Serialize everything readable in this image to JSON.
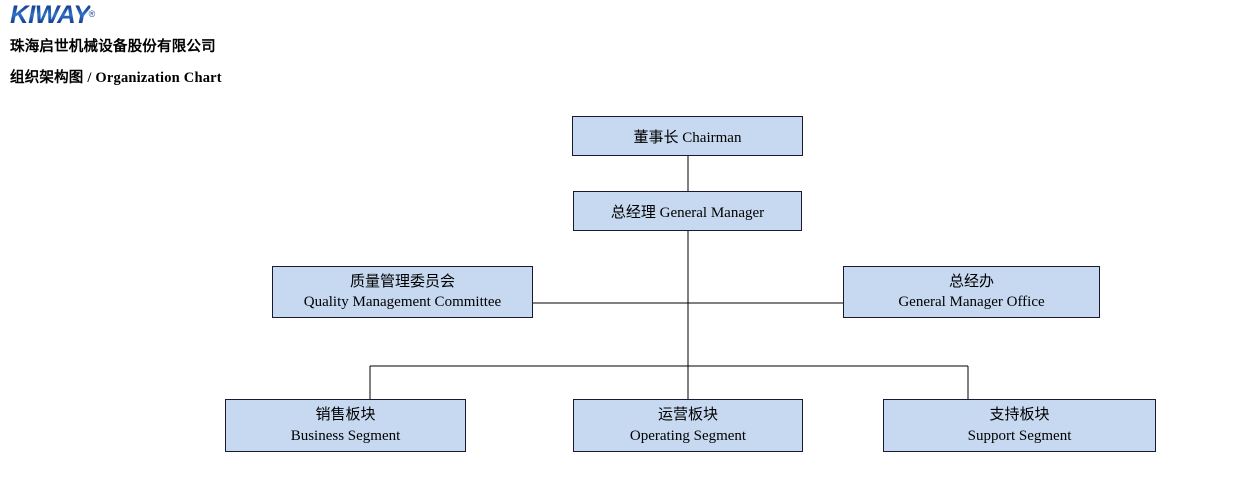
{
  "header": {
    "logo_text": "KIWAY",
    "logo_mark": "®",
    "company_name": "珠海启世机械设备股份有限公司",
    "chart_title": "组织架构图 / Organization Chart"
  },
  "colors": {
    "node_fill": "#c6d9f0",
    "node_border": "#1a1a2e",
    "connector": "#000000",
    "logo_blue": "#1b4a9c",
    "background": "#ffffff"
  },
  "chart": {
    "nodes": [
      {
        "id": "chairman",
        "cn": "董事长",
        "en": "Chairman",
        "layout": "single",
        "single_text": "董事长 Chairman",
        "level": 1
      },
      {
        "id": "gm",
        "cn": "总经理",
        "en": "General Manager",
        "layout": "single",
        "single_text": "总经理 General Manager",
        "level": 2
      },
      {
        "id": "qmc",
        "cn": "质量管理委员会",
        "en": "Quality Management Committee",
        "layout": "stacked",
        "level": 3
      },
      {
        "id": "gmo",
        "cn": "总经办",
        "en": "General Manager Office",
        "layout": "stacked",
        "level": 3
      },
      {
        "id": "business",
        "cn": "销售板块",
        "en": "Business Segment",
        "layout": "stacked",
        "level": 4
      },
      {
        "id": "operating",
        "cn": "运营板块",
        "en": "Operating Segment",
        "layout": "stacked",
        "level": 4
      },
      {
        "id": "support",
        "cn": "支持板块",
        "en": "Support Segment",
        "layout": "stacked",
        "level": 4
      }
    ],
    "edges": [
      {
        "from": "chairman",
        "to": "gm"
      },
      {
        "from": "gm",
        "to": "qmc"
      },
      {
        "from": "gm",
        "to": "gmo"
      },
      {
        "from": "gm",
        "to": "business"
      },
      {
        "from": "gm",
        "to": "operating"
      },
      {
        "from": "gm",
        "to": "support"
      }
    ]
  }
}
